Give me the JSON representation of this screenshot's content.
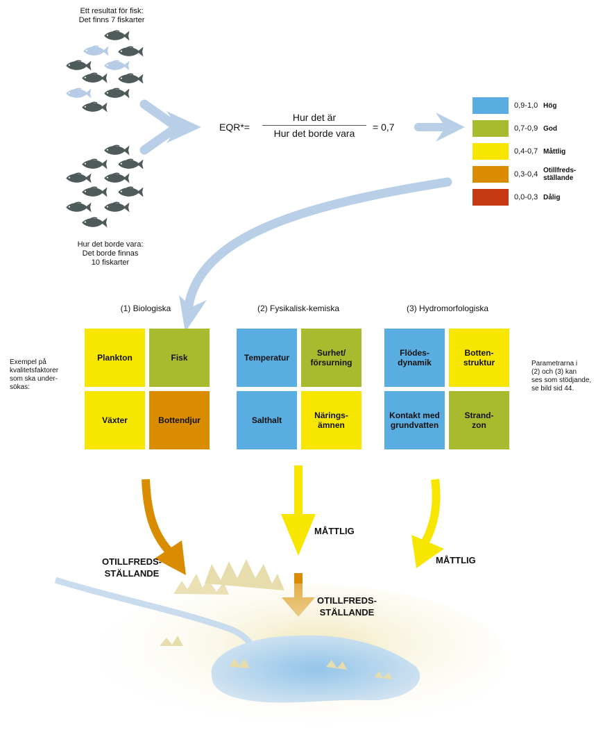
{
  "fish_top_caption": [
    "Ett resultat för fisk:",
    "Det finns 7 fiskarter"
  ],
  "fish_bottom_caption": [
    "Hur det borde vara:",
    "Det borde finnas",
    "10 fiskarter"
  ],
  "eqr": {
    "label": "EQR*=",
    "numerator": "Hur det är",
    "denominator": "Hur det borde vara",
    "result": "= 0,7"
  },
  "legend": [
    {
      "range": "0,9-1,0",
      "label": "Hög",
      "color": "#5aade0"
    },
    {
      "range": "0,7-0,9",
      "label": "God",
      "color": "#a8bb2e"
    },
    {
      "range": "0,4-0,7",
      "label": "Måttlig",
      "color": "#f7e600"
    },
    {
      "range": "0,3-0,4",
      "label": "Otillfreds-\nställande",
      "color": "#d98c00"
    },
    {
      "range": "0,0-0,3",
      "label": "Dålig",
      "color": "#c53a10"
    }
  ],
  "groups": [
    {
      "title": "(1) Biologiska",
      "cells": [
        {
          "label": "Plankton",
          "color": "#f7e600"
        },
        {
          "label": "Fisk",
          "color": "#a8bb2e"
        },
        {
          "label": "Växter",
          "color": "#f7e600"
        },
        {
          "label": "Bottendjur",
          "color": "#d98c00"
        }
      ]
    },
    {
      "title": "(2) Fysikalisk-kemiska",
      "cells": [
        {
          "label": "Temperatur",
          "color": "#5aade0"
        },
        {
          "label": "Surhet/\nförsurning",
          "color": "#a8bb2e"
        },
        {
          "label": "Salthalt",
          "color": "#5aade0"
        },
        {
          "label": "Närings-\nämnen",
          "color": "#f7e600"
        }
      ]
    },
    {
      "title": "(3) Hydromorfologiska",
      "cells": [
        {
          "label": "Flödes-\ndynamik",
          "color": "#5aade0"
        },
        {
          "label": "Botten-\nstruktur",
          "color": "#f7e600"
        },
        {
          "label": "Kontakt med\ngrundvatten",
          "color": "#5aade0"
        },
        {
          "label": "Strand-\nzon",
          "color": "#a8bb2e"
        }
      ]
    }
  ],
  "left_note": "Exempel på\nkvalitetsfaktorer\nsom ska under-\nsökas:",
  "right_note": "Parametrarna i\n(2) och (3) kan\nses som stödjande,\nse bild sid 44.",
  "results": {
    "bio": "OTILLFREDS-\nSTÄLLANDE",
    "phys": "MÅTTLIG",
    "hydro": "MÅTTLIG",
    "final": "OTILLFREDS-\nSTÄLLANDE"
  },
  "colors": {
    "arrow_blue": "#b9cfe8",
    "orange": "#d98c00",
    "yellow": "#f7e600",
    "fish": "#4f5b5a",
    "fish_light": "#b5cbe6"
  }
}
